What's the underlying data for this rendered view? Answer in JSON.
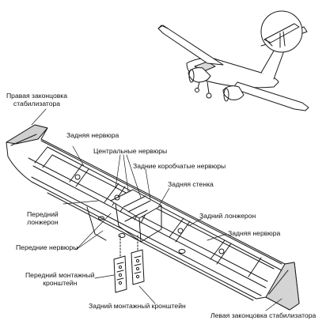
{
  "labels": {
    "right_tip": [
      "Правая законцовка",
      "стабилизатора"
    ],
    "rear_rib": "Задняя нервюра",
    "center_ribs": "Центральные нервюры",
    "rear_box_ribs": "Задние коробчатые нервюры",
    "rear_wall": "Задняя стенка",
    "front_spar": [
      "Передний",
      "лонжерон"
    ],
    "rear_spar": "Задний лонжерон",
    "rear_rib_2": "Задняя нервюра",
    "front_ribs": "Передние нервюры",
    "front_bracket": [
      "Передний монтажный",
      "кронштейн"
    ],
    "rear_bracket": "Задний монтажный кронштейн",
    "left_tip": "Левая законцовка стабилизатора"
  }
}
